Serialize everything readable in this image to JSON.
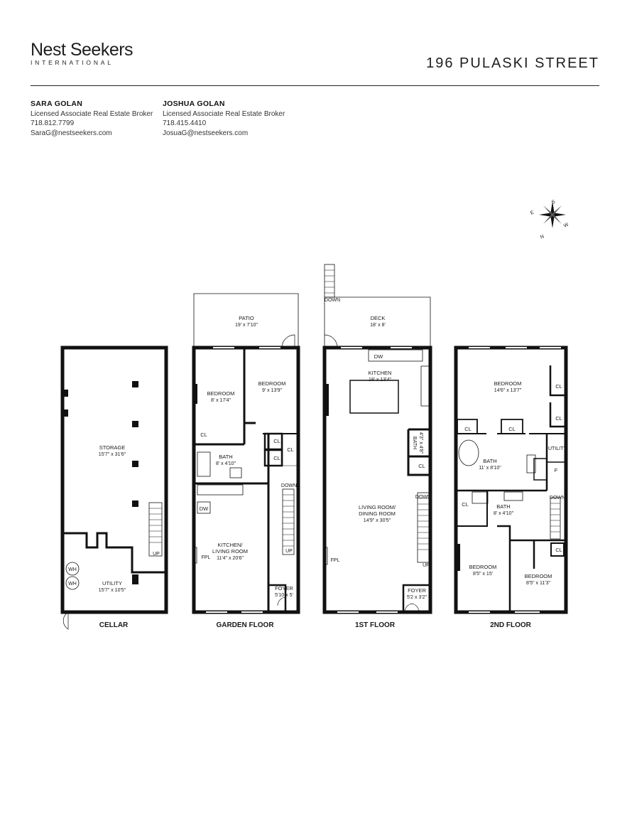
{
  "brand": {
    "name": "Nest Seekers",
    "sub": "INTERNATIONAL"
  },
  "address": "196 PULASKI STREET",
  "agents": [
    {
      "name": "SARA GOLAN",
      "title": "Licensed Associate Real Estate Broker",
      "phone": "718.812.7799",
      "email": "SaraG@nestseekers.com"
    },
    {
      "name": "JOSHUA GOLAN",
      "title": "Licensed Associate Real Estate Broker",
      "phone": "718.415.4410",
      "email": "JosuaG@nestseekers.com"
    }
  ],
  "compass": {
    "e": "E",
    "s": "S",
    "n": "N",
    "w": "W"
  },
  "floors": {
    "cellar": {
      "label": "CELLAR",
      "storage": "STORAGE",
      "storage_dim": "15'7\" x 31'6\"",
      "utility": "UTILITY",
      "utility_dim": "15'7\" x 10'5\"",
      "wh": "WH",
      "up": "UP"
    },
    "garden": {
      "label": "GARDEN FLOOR",
      "patio": "PATIO",
      "patio_dim": "19' x 7'10\"",
      "bed1": "BEDROOM",
      "bed1_dim": "8' x 17'4\"",
      "bed2": "BEDROOM",
      "bed2_dim": "9' x 13'9\"",
      "bath": "BATH",
      "bath_dim": "8' x 4'10\"",
      "kitchen1": "KITCHEN/",
      "kitchen2": "LIVING ROOM",
      "kitchen_dim": "11'4\" x 20'6\"",
      "foyer": "FOYER",
      "foyer_dim": "5'10 x 5'",
      "cl": "CL",
      "dw": "DW",
      "fpl": "FPL",
      "down": "DOWN",
      "up": "UP"
    },
    "first": {
      "label": "1ST FLOOR",
      "deck": "DECK",
      "deck_dim": "18' x 8'",
      "down_stair": "DOWN",
      "kitchen": "KITCHEN",
      "kitchen_dim": "18' x 13'4\"",
      "bath": "BATH",
      "bath_dim": "4'3\" x 4'8\"",
      "living1": "LIVING ROOM/",
      "living2": "DINING ROOM",
      "living_dim": "14'9\" x 30'5\"",
      "foyer": "FOYER",
      "foyer_dim": "5'2 x 3'2\"",
      "cl": "CL",
      "dw": "DW",
      "fpl": "FPL",
      "down": "DOWN",
      "up": "UP"
    },
    "second": {
      "label": "2ND FLOOR",
      "bed1": "BEDROOM",
      "bed1_dim": "14'6\" x 13'7\"",
      "bath1": "BATH",
      "bath1_dim": "11' x 8'10\"",
      "bath2": "BATH",
      "bath2_dim": "8' x 4'10\"",
      "bed2": "BEDROOM",
      "bed2_dim": "8'5\" x 15'",
      "bed3": "BEDROOM",
      "bed3_dim": "8'5\" x 11'3\"",
      "utility": "UTILITY",
      "f": "F",
      "cl": "CL",
      "down": "DOWN"
    }
  }
}
